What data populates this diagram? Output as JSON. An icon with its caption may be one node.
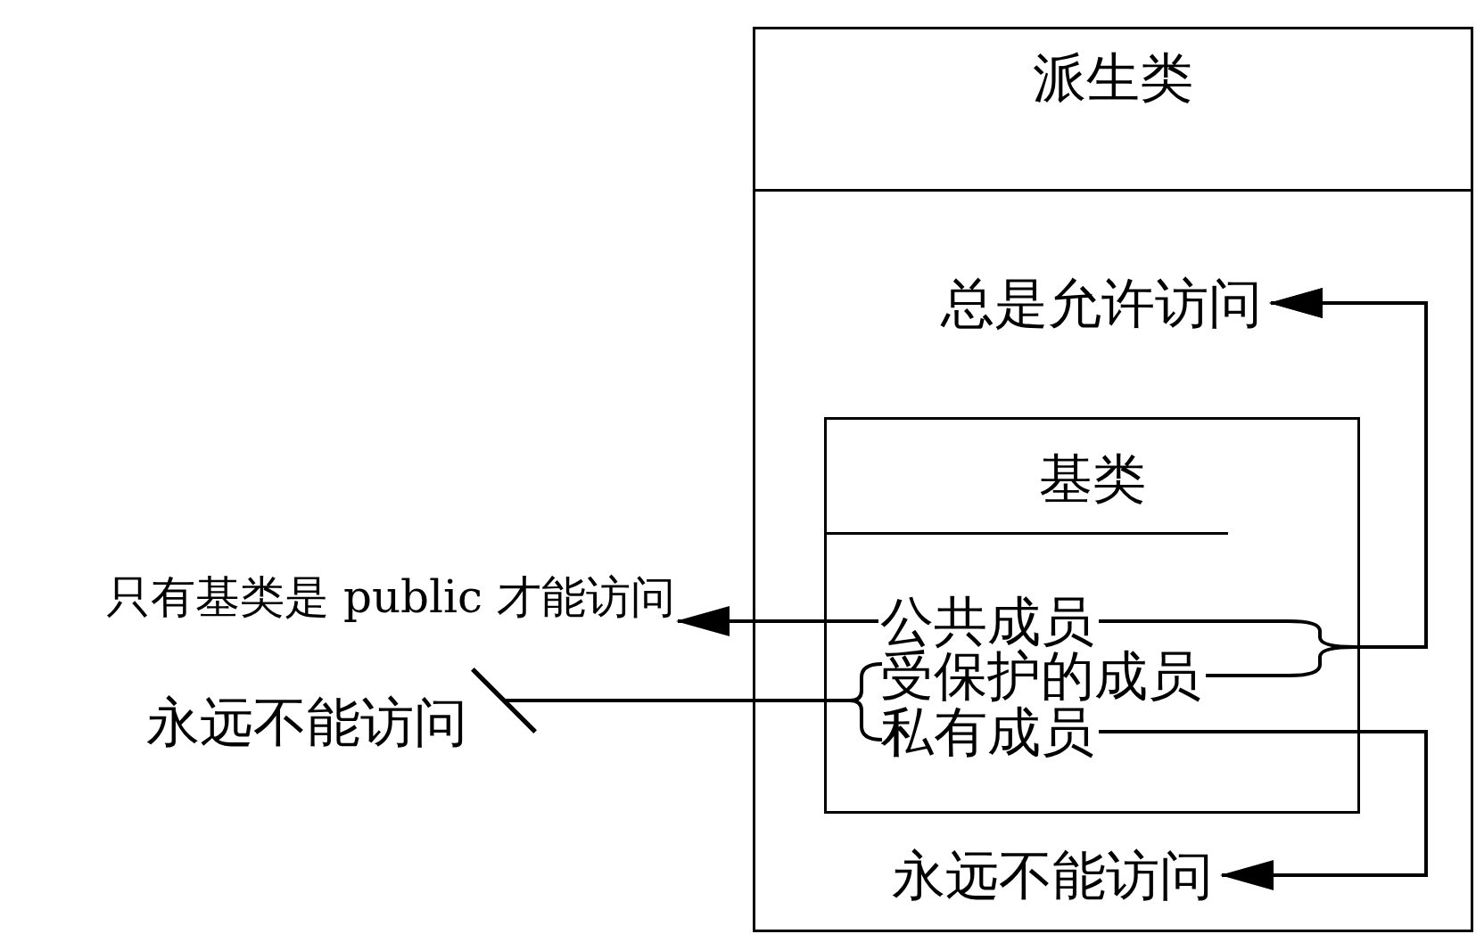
{
  "diagram": {
    "nodes": [
      {
        "text": [
          "派生类"
        ]
      },
      {
        "text": [
          "基类"
        ],
        "in": 0
      },
      {
        "text": [
          "公共成员"
        ],
        "in": 1
      },
      {
        "text": [
          "受保护的成员"
        ],
        "in": 1
      },
      {
        "text": [
          "私有成员"
        ],
        "in": 1
      },
      {
        "text": [
          "总是允许访问"
        ],
        "in": 0
      },
      {
        "text": [
          "永远不能访问"
        ],
        "in": 0
      },
      {
        "text": [
          "只有基类是 public 才能访问"
        ]
      },
      {
        "text": [
          "永远不能访问"
        ]
      }
    ],
    "edges": [
      {
        "from": 2,
        "to": 7,
        "arrow": "to"
      },
      {
        "from": 2,
        "to": 5,
        "arrow": "to"
      },
      {
        "from": 3,
        "to": 5,
        "arrow": "to"
      },
      {
        "from": 3,
        "to": 8,
        "arrow": "other"
      },
      {
        "from": 4,
        "to": 8,
        "arrow": "other"
      },
      {
        "from": 4,
        "to": 6,
        "arrow": "to"
      }
    ]
  }
}
